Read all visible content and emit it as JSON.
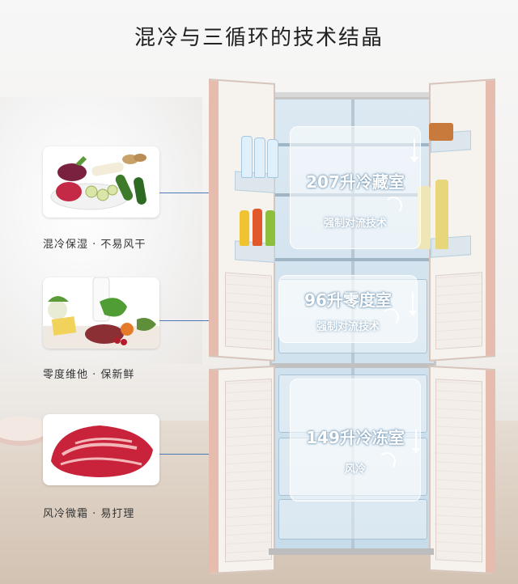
{
  "title": "混冷与三循环的技术结晶",
  "features": [
    {
      "caption": "混冷保湿 · 不易风干",
      "icon": "vegetables-icon"
    },
    {
      "caption": "零度维他 · 保新鲜",
      "icon": "dairy-fruit-icon"
    },
    {
      "caption": "风冷微霜 · 易打理",
      "icon": "meat-icon"
    }
  ],
  "zones": [
    {
      "title": "207升冷藏室",
      "subtitle": "强制对流技术"
    },
    {
      "title": "96升零度室",
      "subtitle": "强制对流技术"
    },
    {
      "title": "149升冷冻室",
      "subtitle": "风冷"
    }
  ],
  "colors": {
    "accent": "#4a78b8",
    "door_edge": "#e5bcae"
  }
}
